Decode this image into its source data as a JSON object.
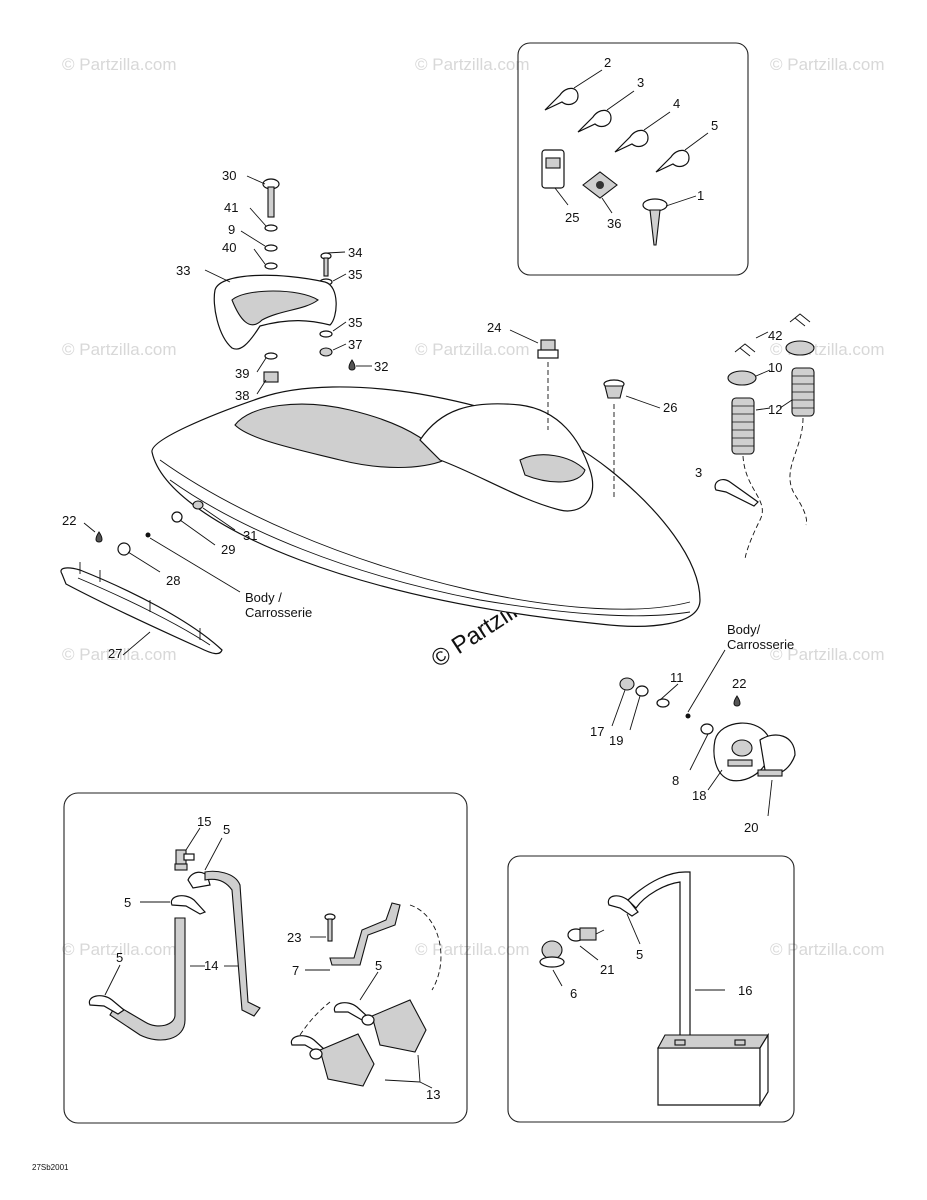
{
  "watermark": {
    "repeat": "© Partzilla.com",
    "center": "© Partzilla.com"
  },
  "diagram_code": "27Sb2001",
  "labels": {
    "body_top": "Body /",
    "body_bottom": "Carrosserie",
    "body2_top": "Body/",
    "body2_bottom": "Carrosserie"
  },
  "callouts": {
    "c1": "1",
    "c2": "2",
    "c3": "3",
    "c4": "4",
    "c5": "5",
    "c25": "25",
    "c36": "36",
    "c30": "30",
    "c41": "41",
    "c9": "9",
    "c40": "40",
    "c34": "34",
    "c35a": "35",
    "c33": "33",
    "c35b": "35",
    "c37": "37",
    "c32": "32",
    "c39": "39",
    "c38": "38",
    "c24": "24",
    "c26": "26",
    "c42": "42",
    "c10": "10",
    "c12": "12",
    "c3b": "3",
    "c22": "22",
    "c31": "31",
    "c29": "29",
    "c28": "28",
    "c27": "27",
    "c11": "11",
    "c22b": "22",
    "c17": "17",
    "c19": "19",
    "c8": "8",
    "c18": "18",
    "c20": "20",
    "c15": "15",
    "c5a": "5",
    "c5b": "5",
    "c5c": "5",
    "c14": "14",
    "c23": "23",
    "c7": "7",
    "c5d": "5",
    "c13": "13",
    "c5e": "5",
    "c21": "21",
    "c6": "6",
    "c16": "16"
  }
}
